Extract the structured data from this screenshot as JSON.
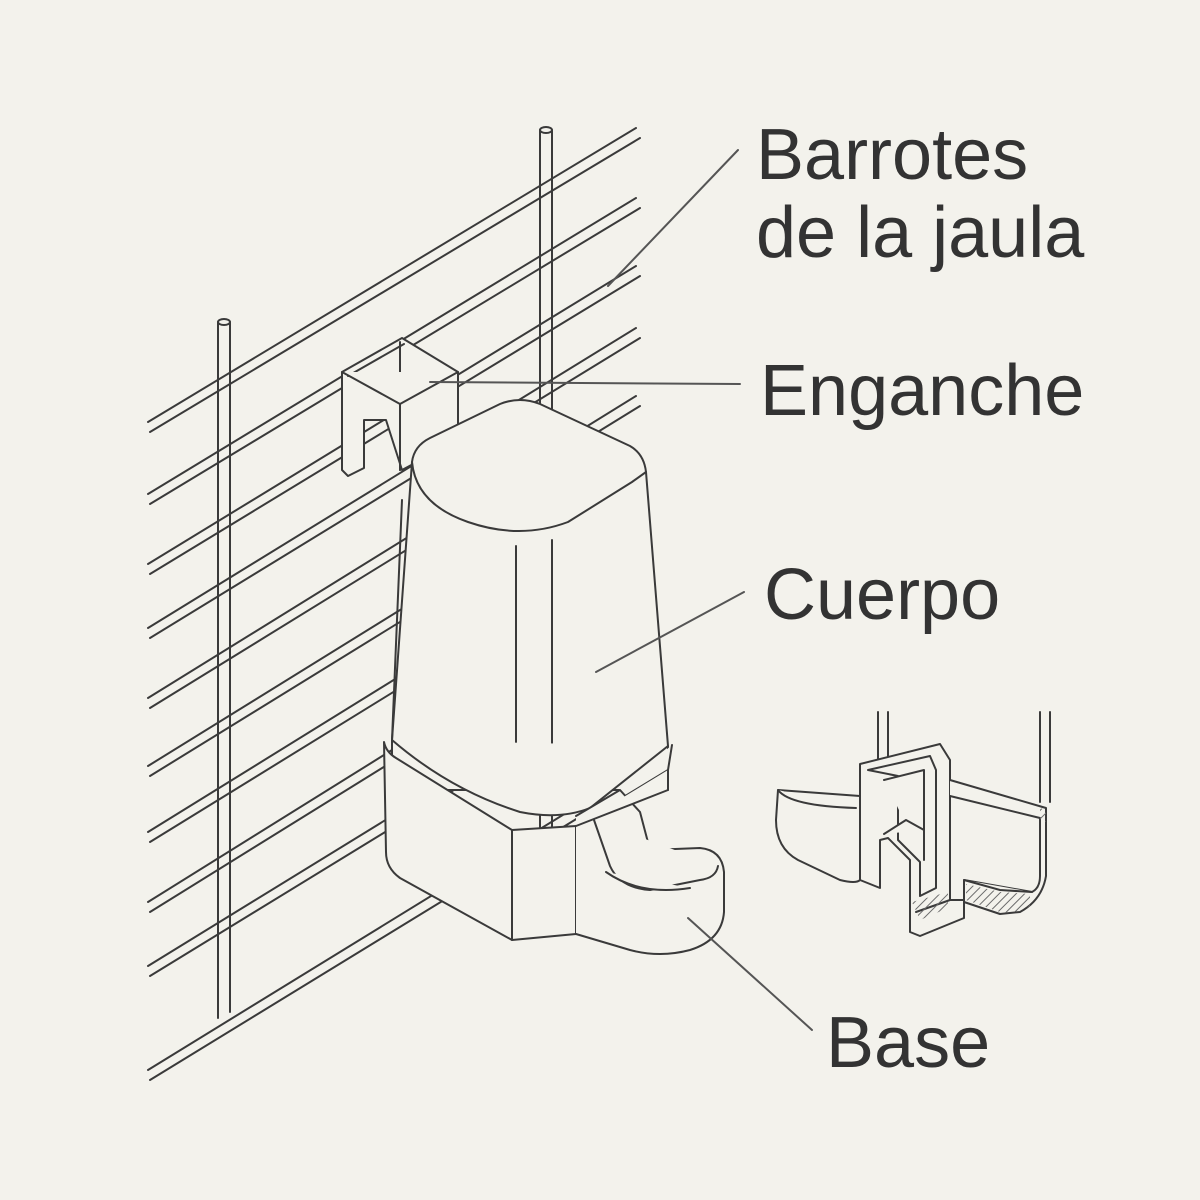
{
  "labels": {
    "bars_line1": "Barrotes",
    "bars_line2": "de la jaula",
    "hook": "Enganche",
    "body": "Cuerpo",
    "base": "Base"
  },
  "colors": {
    "background": "#f3f2ec",
    "stroke": "#3a3a3a",
    "fill": "#f3f2ec",
    "section_hatch": "#6a6a6a",
    "text": "#333333"
  }
}
